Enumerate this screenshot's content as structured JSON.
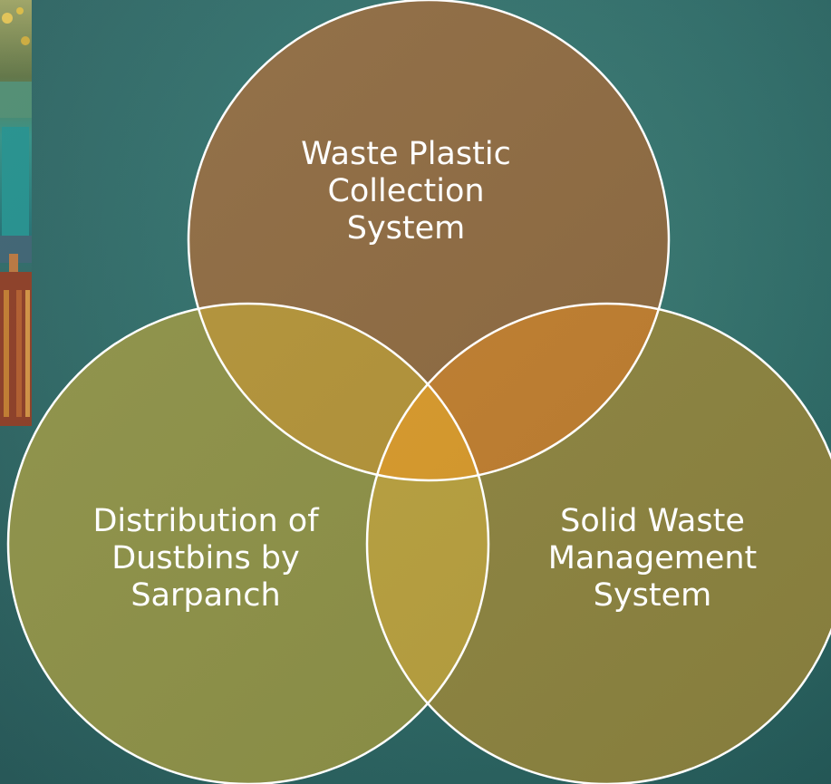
{
  "diagram": {
    "type": "venn",
    "colors": {
      "background": "#2f6e6a",
      "circle_top": "#8e6a40",
      "circle_left": "#8d9146",
      "circle_right": "#8e8540",
      "overlap_top_left": "#b39337",
      "overlap_top_right": "#c07e2e",
      "overlap_left_right": "#b9a13e",
      "overlap_center": "#d99a2a",
      "outline": "#ffffff"
    },
    "circles": {
      "top": {
        "lines": [
          "Waste Plastic",
          "Collection",
          "System"
        ]
      },
      "left": {
        "lines": [
          "Distribution of",
          "Dustbins by",
          "Sarpanch"
        ]
      },
      "right": {
        "lines": [
          "Solid Waste",
          "Management",
          "System"
        ]
      }
    }
  },
  "photo": {
    "icon": "woman-in-sari-photo"
  }
}
